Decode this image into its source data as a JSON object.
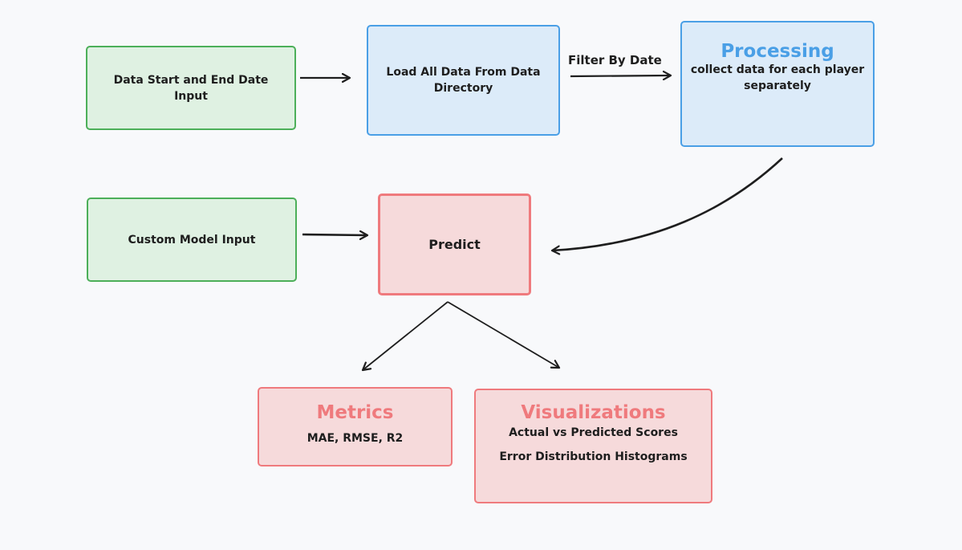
{
  "nodes": {
    "date_input": "Data Start and End Date Input",
    "load_data": "Load All Data From Data Directory",
    "processing": {
      "title": "Processing",
      "desc": "collect data for each player separately"
    },
    "custom_model": "Custom Model Input",
    "predict": "Predict",
    "metrics": {
      "title": "Metrics",
      "desc": "MAE, RMSE, R2"
    },
    "visualizations": {
      "title": "Visualizations",
      "line1": "Actual vs Predicted Scores",
      "line2": "Error Distribution Histograms"
    }
  },
  "edges": {
    "filter_label": "Filter By Date"
  },
  "colors": {
    "input_fill": "#dff1e2",
    "input_border": "#4caf59",
    "process_fill": "#dcebf9",
    "process_border": "#4a9fe6",
    "output_fill": "#f6dadb",
    "output_border": "#ef7a7d",
    "arrow": "#1e1e1e"
  }
}
